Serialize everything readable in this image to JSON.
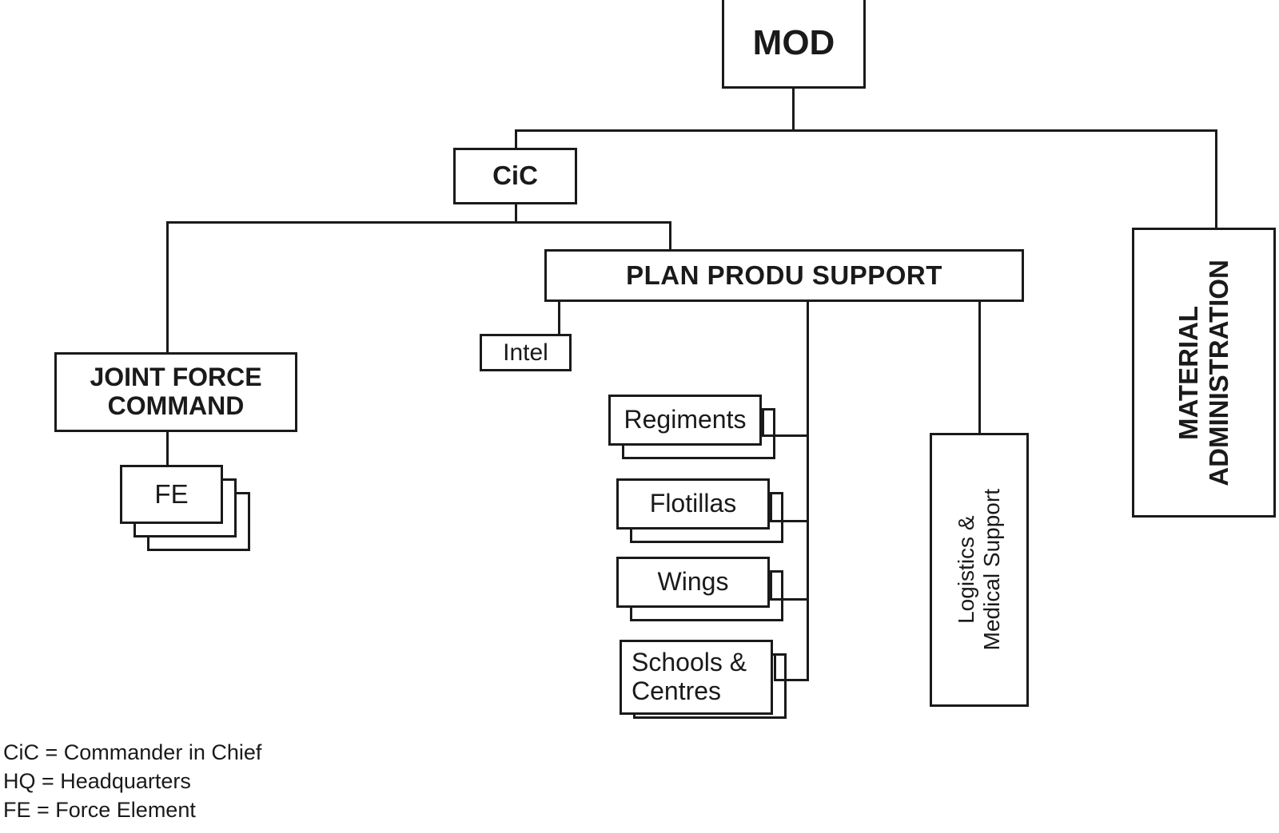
{
  "diagram": {
    "title_node": "MOD",
    "nodes": {
      "mod": {
        "label": "MOD"
      },
      "cic": {
        "label": "CiC"
      },
      "branch_bar": {
        "label": "PLAN        PRODU        SUPPORT",
        "segments": [
          "PLAN",
          "PRODU",
          "SUPPORT"
        ]
      },
      "joint_force_command": {
        "line1": "JOINT FORCE",
        "line2": "COMMAND"
      },
      "fe": {
        "label": "FE"
      },
      "intel": {
        "label": "Intel"
      },
      "regiments": {
        "label": "Regiments"
      },
      "flotillas": {
        "label": "Flotillas"
      },
      "wings": {
        "label": "Wings"
      },
      "schools_centres": {
        "line1": "Schools &",
        "line2": "Centres"
      },
      "logistics_medical": {
        "line1": "Logistics &",
        "line2": "Medical Support"
      },
      "material_administration": {
        "line1": "MATERIAL",
        "line2": "ADMINISTRATION"
      }
    },
    "legend": [
      "CiC = Commander in Chief",
      "HQ = Headquarters",
      "FE = Force Element"
    ],
    "colors": {
      "stroke": "#1a1a1a",
      "fill": "#ffffff",
      "text": "#1a1a1a"
    }
  }
}
